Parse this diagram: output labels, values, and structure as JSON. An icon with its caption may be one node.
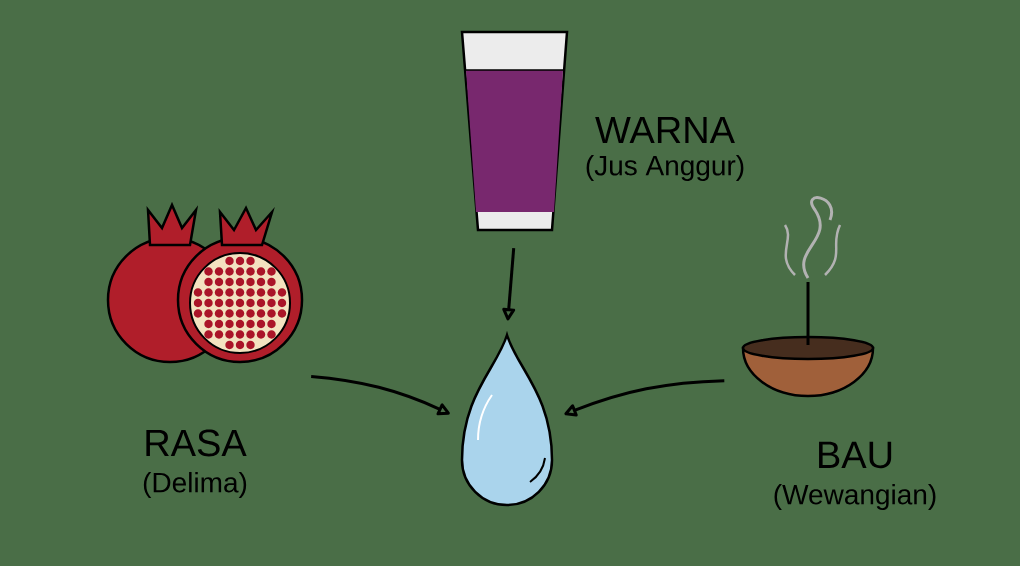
{
  "diagram": {
    "nodes": [
      {
        "text": [],
        "shape": "picture",
        "beside": [
          "WARNA",
          "(Jus Anggur)"
        ]
      },
      {
        "text": [],
        "shape": "picture",
        "beside": [
          "RASA",
          "(Delima)"
        ]
      },
      {
        "text": [],
        "shape": "picture",
        "beside": [
          "BAU",
          "(Wewangian)"
        ]
      },
      {
        "text": [],
        "shape": "picture"
      }
    ],
    "edges": [
      {
        "from": 0,
        "to": 3,
        "arrow": "to"
      },
      {
        "from": 1,
        "to": 3,
        "arrow": "to"
      },
      {
        "from": 2,
        "to": 3,
        "arrow": "to"
      }
    ]
  }
}
